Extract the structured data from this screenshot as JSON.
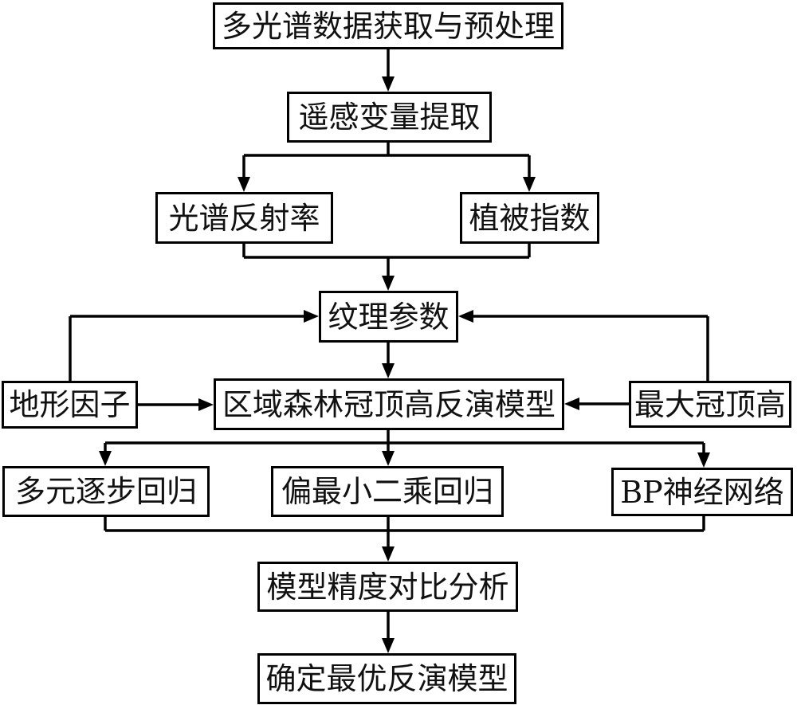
{
  "diagram": {
    "type": "flowchart",
    "language": "zh",
    "colors": {
      "background": "#ffffff",
      "box_border": "#000000",
      "line": "#000000",
      "text": "#111111"
    },
    "nodes": [
      {
        "id": "preprocess",
        "label": "多光谱数据获取与预处理"
      },
      {
        "id": "extract",
        "label": "遥感变量提取"
      },
      {
        "id": "reflectance",
        "label": "光谱反射率"
      },
      {
        "id": "vegindex",
        "label": "植被指数"
      },
      {
        "id": "texture",
        "label": "纹理参数"
      },
      {
        "id": "model",
        "label": "区域森林冠顶高反演模型"
      },
      {
        "id": "terrain",
        "label": "地形因子"
      },
      {
        "id": "maxheight",
        "label": "最大冠顶高"
      },
      {
        "id": "stepwise",
        "label": "多元逐步回归"
      },
      {
        "id": "pls",
        "label": "偏最小二乘回归"
      },
      {
        "id": "bpnn",
        "label": "BP神经网络"
      },
      {
        "id": "compare",
        "label": "模型精度对比分析"
      },
      {
        "id": "optimal",
        "label": "确定最优反演模型"
      }
    ],
    "edges": [
      {
        "from": "preprocess",
        "to": "extract"
      },
      {
        "from": "extract",
        "to": "reflectance"
      },
      {
        "from": "extract",
        "to": "vegindex"
      },
      {
        "from": "reflectance",
        "to": "texture"
      },
      {
        "from": "vegindex",
        "to": "texture"
      },
      {
        "from": "terrain",
        "to": "texture"
      },
      {
        "from": "maxheight",
        "to": "texture"
      },
      {
        "from": "texture",
        "to": "model"
      },
      {
        "from": "terrain",
        "to": "model"
      },
      {
        "from": "maxheight",
        "to": "model"
      },
      {
        "from": "model",
        "to": "stepwise"
      },
      {
        "from": "model",
        "to": "pls"
      },
      {
        "from": "model",
        "to": "bpnn"
      },
      {
        "from": "stepwise",
        "to": "compare"
      },
      {
        "from": "pls",
        "to": "compare"
      },
      {
        "from": "bpnn",
        "to": "compare"
      },
      {
        "from": "compare",
        "to": "optimal"
      }
    ]
  }
}
